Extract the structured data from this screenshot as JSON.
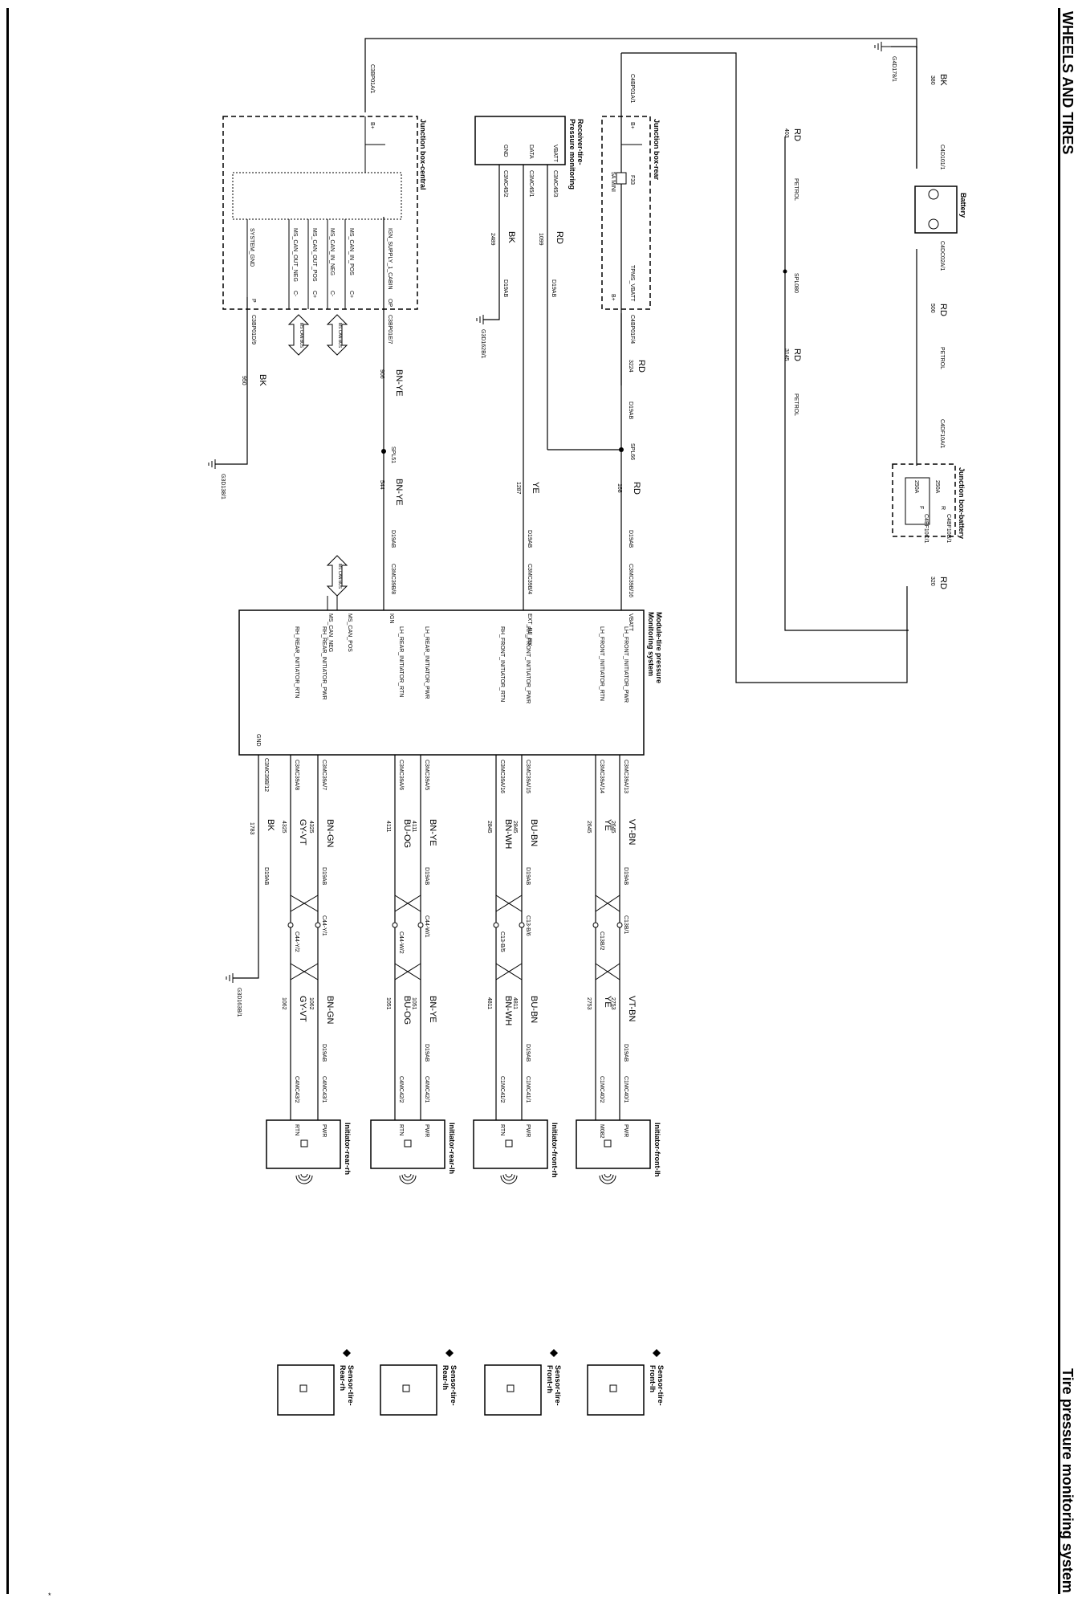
{
  "header": {
    "section": "WHEELS AND TIRES",
    "system": "Tire pressure monitoring system",
    "corner_mark": "*"
  },
  "components": {
    "battery": "Battery",
    "junction_box_battery": "Junction box-battery",
    "junction_box_rear": "Junction box-rear",
    "junction_box_central": "Junction box-central",
    "receiver": [
      "Receiver-tire-",
      "Pressure monitoring"
    ],
    "module": [
      "Module-tire pressure",
      "Monitoring system"
    ],
    "initiator_front_lh": "Initiator-front-lh",
    "initiator_front_rh": "Initiator-front-rh",
    "initiator_rear_lh": "Initiator-rear-lh",
    "initiator_rear_rh": "Initiator-rear-rh",
    "sensor_front_lh": [
      "Sensor-tire-",
      "Front-lh"
    ],
    "sensor_front_rh": [
      "Sensor-tire-",
      "Front-rh"
    ],
    "sensor_rear_lh": [
      "Sensor-tire-",
      "Rear-lh"
    ],
    "sensor_rear_rh": [
      "Sensor-tire-",
      "Rear-rh"
    ]
  },
  "grounds": {
    "g1": "G4D178/1",
    "g2": "G3D162B/1",
    "g3": "G3D138/1",
    "g4": "G3D163B/1"
  },
  "splices": {
    "s1": "SPL080",
    "s2": "SPL66",
    "s3": "SPL51"
  },
  "battery_side": {
    "wire_bk": "BK",
    "wire_bk_num": "380",
    "c_neg": "C4D101/1",
    "c_pos": "C4DC02A/1",
    "wire_rd1": "RD",
    "wire_rd1_num": "500",
    "petrol1": "PETROL",
    "wire_rd2": "RD",
    "wire_rd2_num": "3145",
    "petrol2": "PETROL",
    "c_jbb_in": "C4DF10A/1",
    "fuse1": "250A",
    "fuse2": "250A",
    "c_jbb_out1": "C4BF10B/1",
    "c_jbb_out2": "C4BF10C/1",
    "pin_r": "R",
    "pin_f": "F",
    "wire_rd3": "RD",
    "wire_rd3_num": "320",
    "wire_rd4": "RD",
    "wire_rd4_num": "403",
    "petrol3": "PETROL"
  },
  "jb_rear": {
    "c_in": "C4BP01A/1",
    "b_plus": "B+",
    "fuse": "F33",
    "fuse_val": "5A MINI",
    "pin_out": "TPMS_VBATT",
    "pin_b": "B+",
    "c_out": "C4BP01F/4",
    "wire": "RD",
    "wire_num": "3224",
    "harness": "D19AB"
  },
  "receiver": {
    "pin_vbatt": "VBATT",
    "pin_data": "DATA",
    "pin_gnd": "GND",
    "c_vbatt": "C3MC45/3",
    "c_data": "C3MC45/1",
    "c_gnd": "C3MC45/2",
    "w_vbatt": "RD",
    "w_vbatt_num": "1099",
    "w_vbatt_h": "D19AB",
    "w_gnd": "BK",
    "w_gnd_num": "2489",
    "w_gnd_h": "D19AB",
    "w_data": "YE",
    "w_data_num": "1287",
    "w_data_h": "D19AB"
  },
  "jb_central": {
    "c_in": "C3BP01A/1",
    "b_plus": "B+",
    "pin_ign": "IGN_SUPPLY_1_CABIN",
    "pin_can_in_pos": "MS_CAN_IN_POS",
    "pin_can_in_neg": "MS_CAN_IN_NEG",
    "pin_can_out_pos": "MS_CAN_OUT_POS",
    "pin_can_out_neg": "MS_CAN_OUT_NEG",
    "pin_gnd": "SYSTEM_GND",
    "pin_op": "OP",
    "pin_p": "P",
    "pin_cplus1": "C+",
    "pin_cminus1": "C-",
    "pin_cplus2": "C+",
    "pin_cminus2": "C-",
    "c_ign": "C3BP01E/7",
    "c_gnd": "C3BP01D/9",
    "w_ign": "BN-YE",
    "w_ign_num": "906",
    "w_gnd": "BK",
    "w_gnd_num": "950",
    "bus1": "MS CAN BUS",
    "bus2": "MS CAN BUS"
  },
  "module": {
    "w_vbatt": "RD",
    "w_vbatt_num": "168",
    "w_vbatt_h": "D19AB",
    "w_ign": "BN-YE",
    "w_ign_num": "544",
    "w_ign_h": "D19AB",
    "c_vbatt": "C3MC39B/16",
    "c_rx": "C3MC39B/4",
    "c_ign": "C3MC39B/8",
    "pin_vbatt": "VBATT",
    "pin_rx": "EXT_RF_RX",
    "pin_ign": "IGN",
    "pin_can_pos": "MS_CAN_POS",
    "pin_can_neg": "MS_CAN_NEG",
    "bus": "MS CAN BUS",
    "pin_gnd": "GND",
    "c_gnd": "C3MC39B/12",
    "w_gnd": "BK",
    "w_gnd_num": "1783",
    "w_gnd_h": "D19AB"
  },
  "initiator_channels": [
    {
      "pin_pwr": "LH_FRONT_INITIATOR_PWR",
      "pin_rtn": "LH_FRONT_INITIATOR_RTN",
      "c_pwr": "C3MC39A/13",
      "c_rtn": "C3MC39A/14",
      "w_pwr": "VT-BN",
      "w_pwr_num": "2645",
      "w_rtn": "YE",
      "w_rtn_num": "2645",
      "inline_pwr": "C13B/1",
      "inline_rtn": "C13B/2",
      "w2_pwr": "VT-BN",
      "w2_pwr_num": "2753",
      "w2_rtn": "YE",
      "w2_rtn_num": "2753",
      "c_init_pwr": "C1MC40/1",
      "c_init_rtn": "C1MC40/2",
      "ipin_pwr": "PWR",
      "ipin_rtn": "M082",
      "harness": "D19AB"
    },
    {
      "pin_pwr": "RH_FRONT_INITIATOR_PWR",
      "pin_rtn": "RH_FRONT_INITIATOR_RTN",
      "c_pwr": "C3MC39A/15",
      "c_rtn": "C3MC39A/16",
      "w_pwr": "BU-BN",
      "w_pwr_num": "2845",
      "w_rtn": "BN-WH",
      "w_rtn_num": "2845",
      "inline_pwr": "C13-B/6",
      "inline_rtn": "C13-B/5",
      "w2_pwr": "BU-BN",
      "w2_pwr_num": "4811",
      "w2_rtn": "BN-WH",
      "w2_rtn_num": "4811",
      "c_init_pwr": "C1MC41/1",
      "c_init_rtn": "C1MC41/2",
      "ipin_pwr": "PWR",
      "ipin_rtn": "RTN",
      "harness": "D19AB"
    },
    {
      "pin_pwr": "LH_REAR_INITIATOR_PWR",
      "pin_rtn": "LH_REAR_INITIATOR_RTN",
      "c_pwr": "C3MC39A/5",
      "c_rtn": "C3MC39A/6",
      "w_pwr": "BN-YE",
      "w_pwr_num": "4111",
      "w_rtn": "BU-OG",
      "w_rtn_num": "4111",
      "inline_pwr": "C44-W/1",
      "inline_rtn": "C44-W/2",
      "w2_pwr": "BN-YE",
      "w2_pwr_num": "1051",
      "w2_rtn": "BU-OG",
      "w2_rtn_num": "1051",
      "c_init_pwr": "C4MC42/1",
      "c_init_rtn": "C4MC42/2",
      "ipin_pwr": "PWR",
      "ipin_rtn": "RTN",
      "harness": "D19AB"
    },
    {
      "pin_pwr": "RH_REAR_INITIATOR_PWR",
      "pin_rtn": "RH_REAR_INITIATOR_RTN",
      "c_pwr": "C3MC39A/7",
      "c_rtn": "C3MC39A/8",
      "w_pwr": "BN-GN",
      "w_pwr_num": "4325",
      "w_rtn": "GY-VT",
      "w_rtn_num": "4325",
      "inline_pwr": "C44-Y/1",
      "inline_rtn": "C44-Y/2",
      "w2_pwr": "BN-GN",
      "w2_pwr_num": "1062",
      "w2_rtn": "GY-VT",
      "w2_rtn_num": "1062",
      "c_init_pwr": "C4MC43/1",
      "c_init_rtn": "C4MC43/2",
      "ipin_pwr": "PWR",
      "ipin_rtn": "RTN",
      "harness": "D19AB"
    }
  ]
}
